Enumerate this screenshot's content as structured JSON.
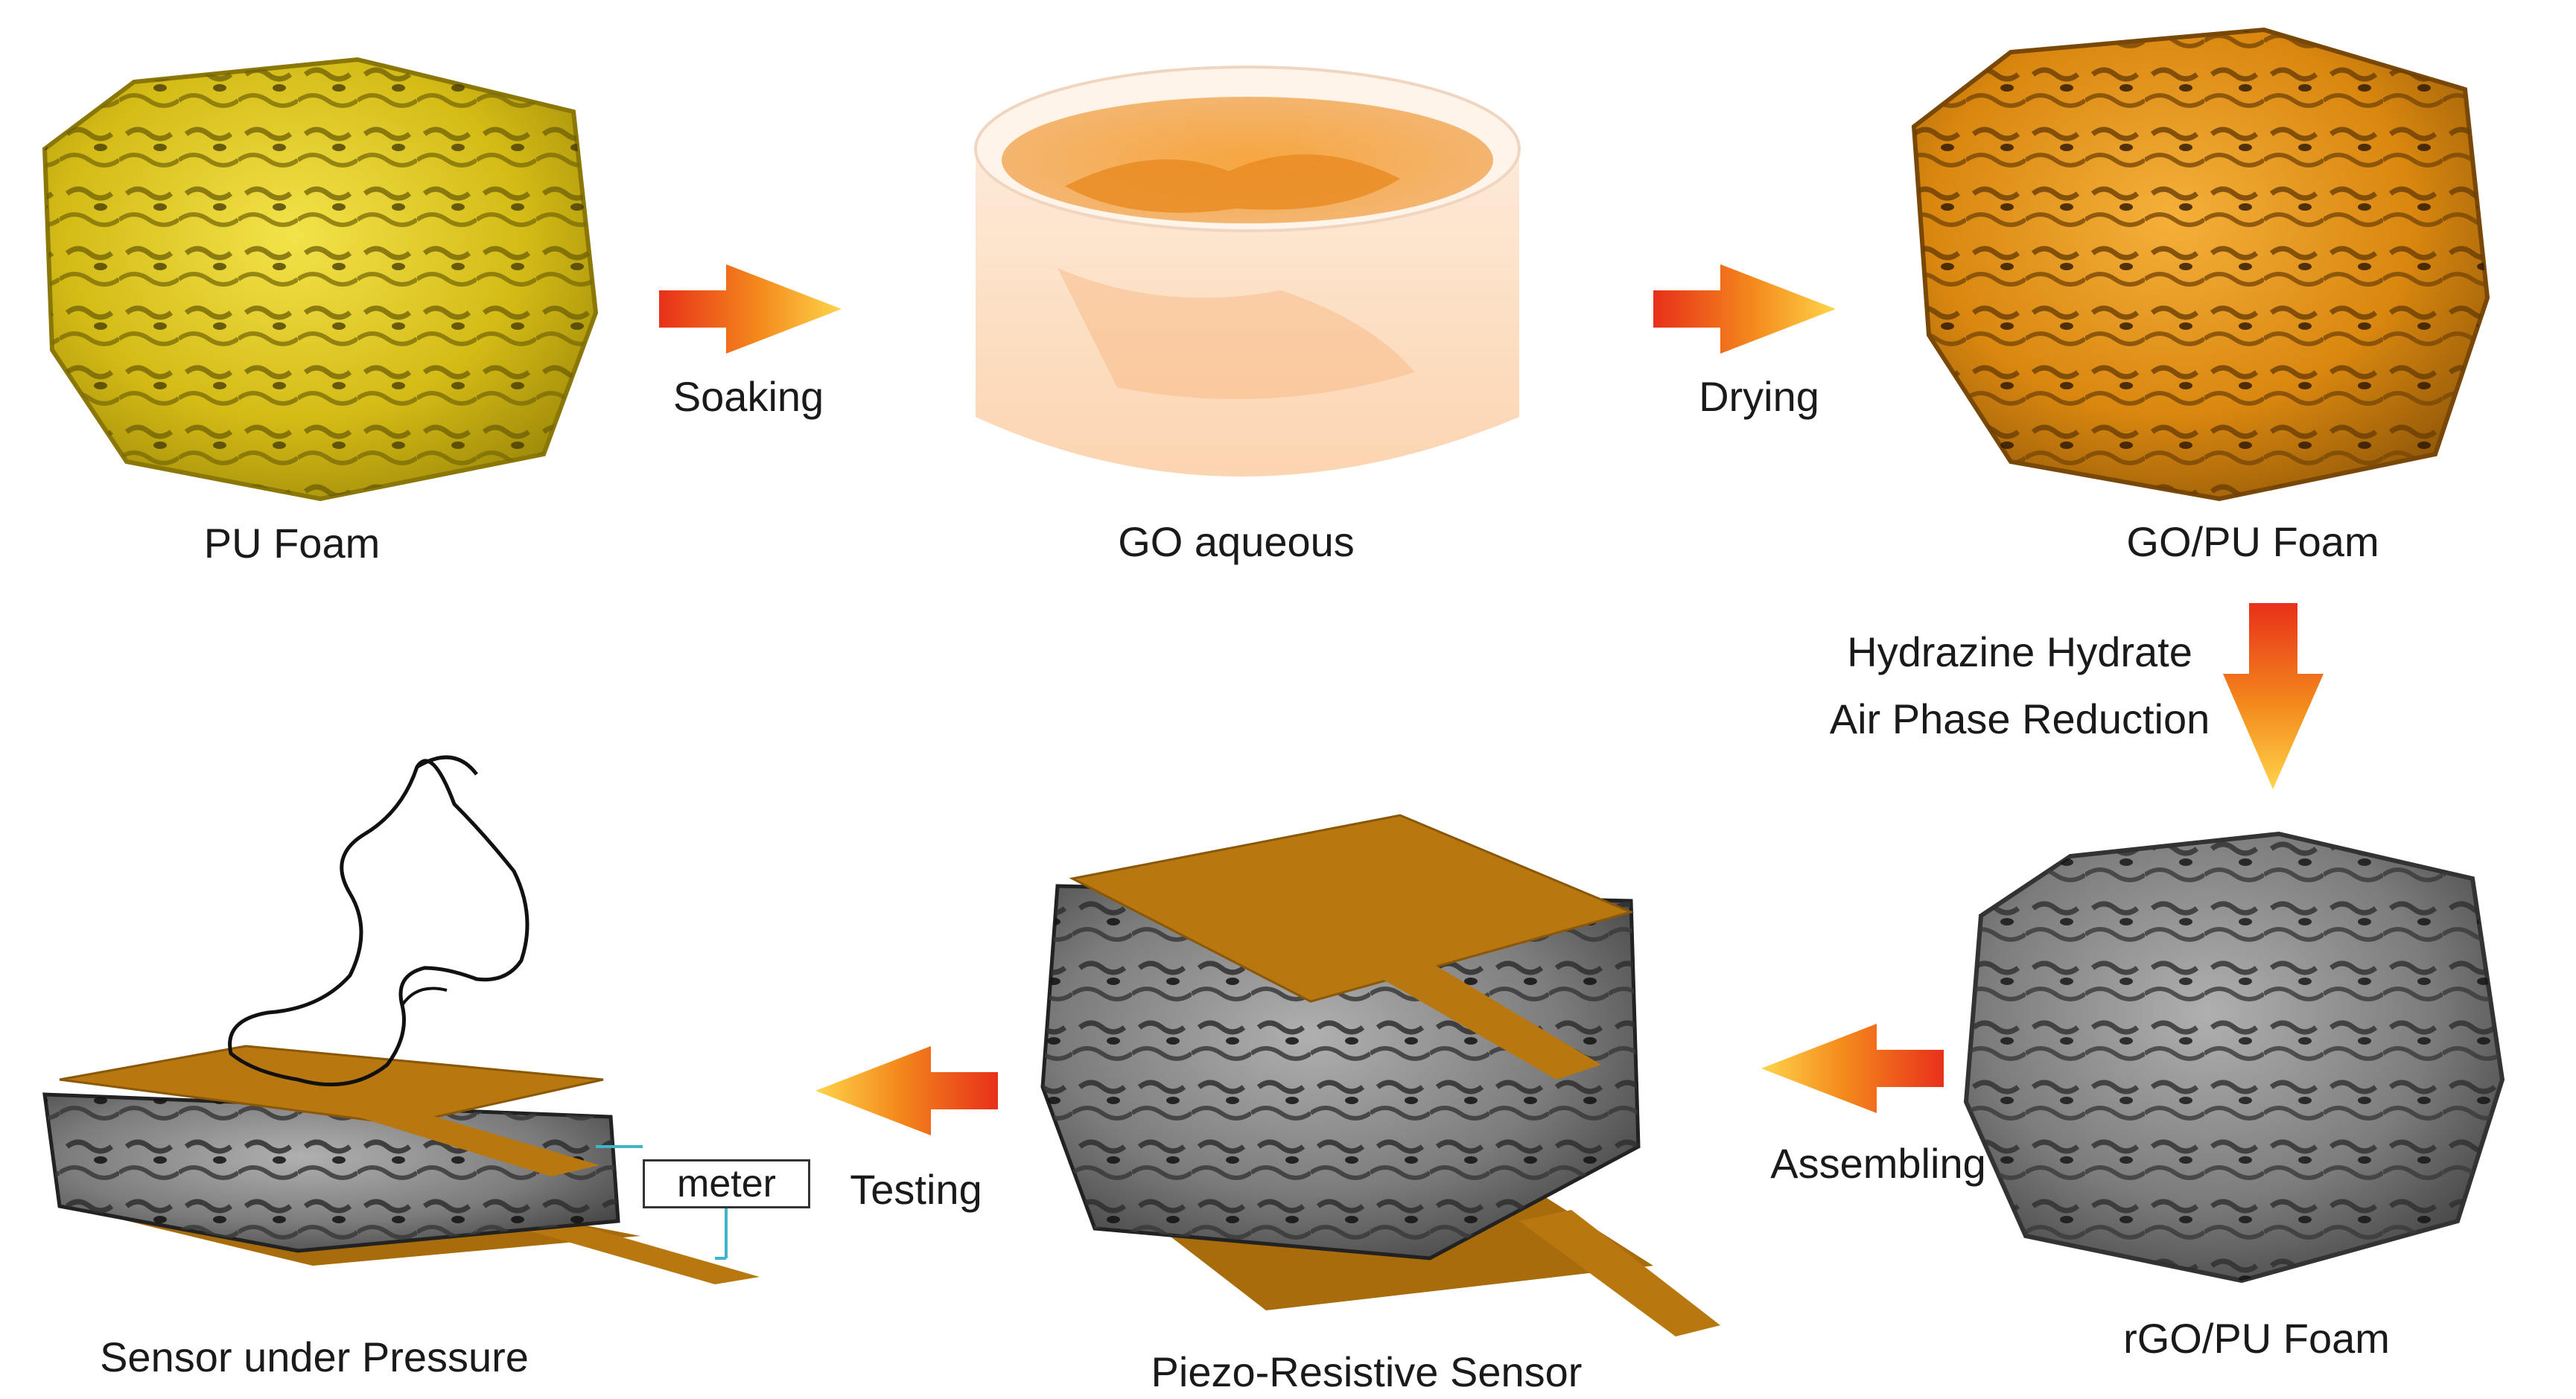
{
  "labels": {
    "pu_foam": "PU Foam",
    "soaking": "Soaking",
    "go_aqueous": "GO aqueous",
    "drying": "Drying",
    "go_pu_foam": "GO/PU Foam",
    "hydrazine_line1": "Hydrazine Hydrate",
    "hydrazine_line2": "Air Phase Reduction",
    "rgo_pu_foam": "rGO/PU Foam",
    "assembling": "Assembling",
    "piezo_sensor": "Piezo-Resistive Sensor",
    "testing": "Testing",
    "meter": "meter",
    "sensor_under_pressure": "Sensor under Pressure"
  },
  "colors": {
    "pu_foam": "#d9c21a",
    "go_foam": "#d98a12",
    "rgo_foam": "#7a7a7a",
    "electrode": "#b8780f",
    "arrow_start": "#e8301a",
    "arrow_end": "#ffd23a",
    "liquid": "#f6a23a"
  }
}
